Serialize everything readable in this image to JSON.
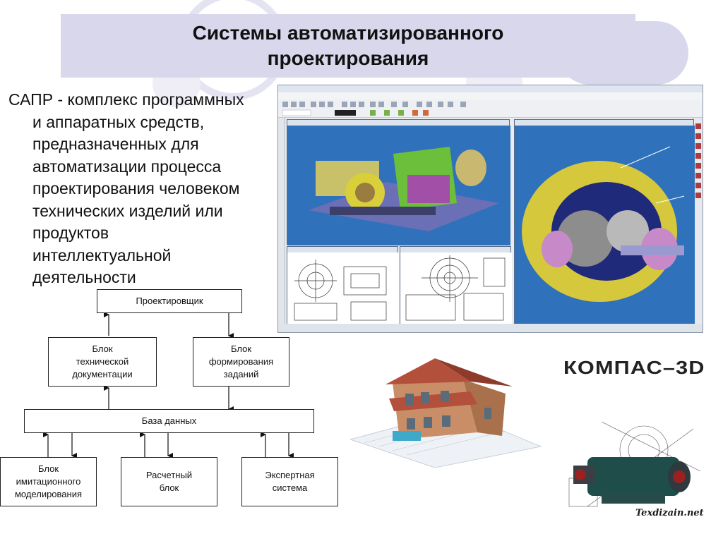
{
  "slide": {
    "title_line1": "Системы автоматизированного",
    "title_line2": "проектирования",
    "definition_lines": [
      "САПР - комплекс программных",
      "и аппаратных средств,",
      "предназначенных для",
      "автоматизации процесса",
      "проектирования человеком",
      "технических изделий или",
      "продуктов",
      "интеллектуальной",
      "деятельности"
    ]
  },
  "diagram": {
    "designer": "Проектировщик",
    "tech_docs": [
      "Блок",
      "технической",
      "документации"
    ],
    "task_block": [
      "Блок",
      "формирования",
      "заданий"
    ],
    "database": "База данных",
    "simulation": [
      "Блок",
      "имитационного",
      "моделирования"
    ],
    "calc": [
      "Расчетный",
      "блок"
    ],
    "expert": [
      "Экспертная",
      "система"
    ]
  },
  "logo": {
    "text": "КОМПАС–3D"
  },
  "watermark": "Texdizain.net",
  "colors": {
    "title_banner": "#d9d7ec",
    "cad_view_bg": "#1e5fa8"
  }
}
